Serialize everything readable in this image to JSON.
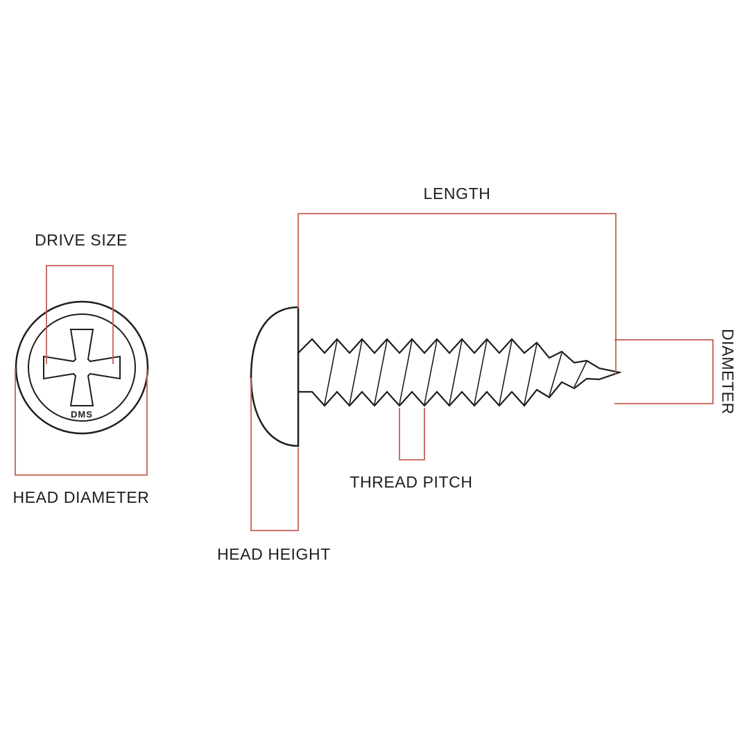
{
  "colors": {
    "dimension_line": "#c75f56",
    "drawing_line": "#1d1d1b",
    "background": "#ffffff"
  },
  "labels": {
    "length": "LENGTH",
    "drive_size": "DRIVE SIZE",
    "head_diameter": "HEAD DIAMETER",
    "diameter": "DIAMETER",
    "thread_pitch": "THREAD PITCH",
    "head_height": "HEAD HEIGHT",
    "brand": "DMS"
  }
}
